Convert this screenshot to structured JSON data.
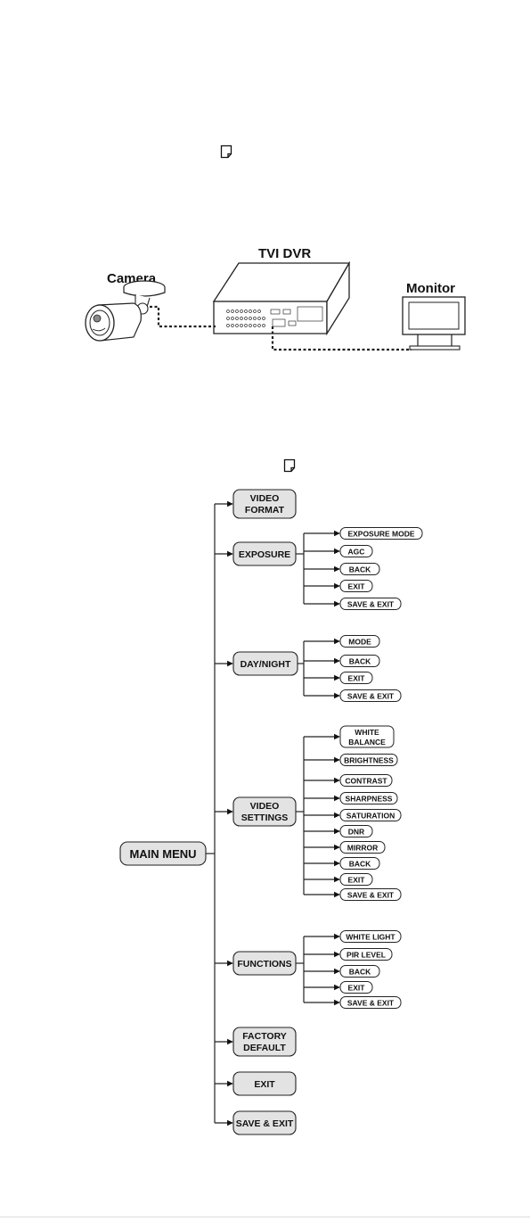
{
  "wiring": {
    "camera_label": "Camera",
    "dvr_label": "TVI DVR",
    "monitor_label": "Monitor"
  },
  "icons": {
    "note_top": "note-icon",
    "note_menu": "note-icon"
  },
  "menu": {
    "root": "MAIN MENU",
    "items": [
      {
        "label": [
          "VIDEO",
          "FORMAT"
        ],
        "children": []
      },
      {
        "label": [
          "EXPOSURE"
        ],
        "children": [
          [
            "EXPOSURE MODE"
          ],
          [
            "AGC"
          ],
          [
            "BACK"
          ],
          [
            "EXIT"
          ],
          [
            "SAVE & EXIT"
          ]
        ]
      },
      {
        "label": [
          "DAY/NIGHT"
        ],
        "children": [
          [
            "MODE"
          ],
          [
            "BACK"
          ],
          [
            "EXIT"
          ],
          [
            "SAVE & EXIT"
          ]
        ]
      },
      {
        "label": [
          "VIDEO",
          "SETTINGS"
        ],
        "children": [
          [
            "WHITE",
            "BALANCE"
          ],
          [
            "BRIGHTNESS"
          ],
          [
            "CONTRAST"
          ],
          [
            "SHARPNESS"
          ],
          [
            "SATURATION"
          ],
          [
            "DNR"
          ],
          [
            "MIRROR"
          ],
          [
            "BACK"
          ],
          [
            "EXIT"
          ],
          [
            "SAVE & EXIT"
          ]
        ]
      },
      {
        "label": [
          "FUNCTIONS"
        ],
        "children": [
          [
            "WHITE LIGHT"
          ],
          [
            "PIR LEVEL"
          ],
          [
            "BACK"
          ],
          [
            "EXIT"
          ],
          [
            "SAVE & EXIT"
          ]
        ]
      },
      {
        "label": [
          "FACTORY",
          "DEFAULT"
        ],
        "children": []
      },
      {
        "label": [
          "EXIT"
        ],
        "children": []
      },
      {
        "label": [
          "SAVE & EXIT"
        ],
        "children": []
      }
    ]
  }
}
